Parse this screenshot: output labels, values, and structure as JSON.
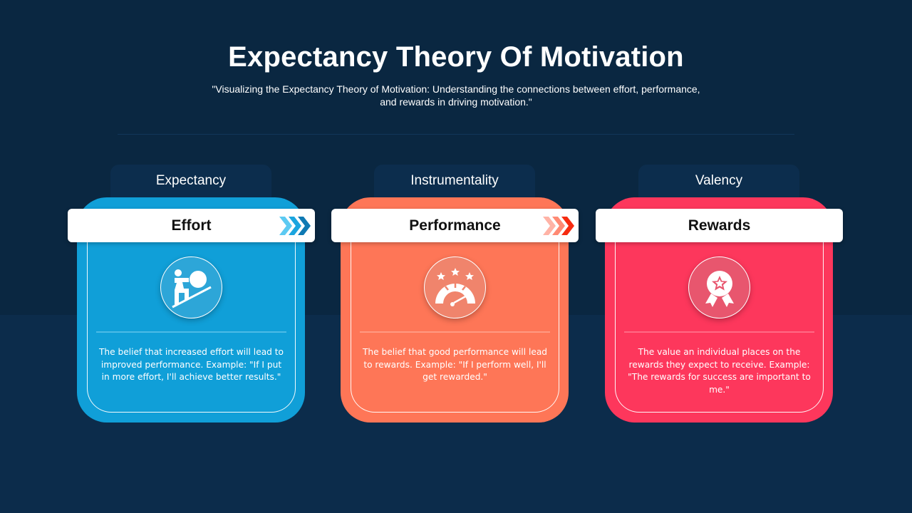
{
  "header": {
    "title": "Expectancy Theory Of Motivation",
    "subtitle": "\"Visualizing the Expectancy Theory of Motivation: Understanding the connections between effort, performance, and rewards in driving motivation.\""
  },
  "colors": {
    "background": "#0a2741",
    "tab": "#0c2d4d",
    "effort": "#109fd8",
    "performance": "#fe7657",
    "rewards": "#fd375c"
  },
  "columns": [
    {
      "tab_label": "Expectancy",
      "bar_label": "Effort",
      "icon": "pushing-boulder-uphill-icon",
      "has_chevrons": true,
      "chevron_colors": [
        "#5ccaf2",
        "#1ba5df",
        "#0f79b3"
      ],
      "description": "The belief that increased effort will lead to improved performance. Example: \"If I put in more effort, I'll achieve better results.\""
    },
    {
      "tab_label": "Instrumentality",
      "bar_label": "Performance",
      "icon": "speedometer-stars-icon",
      "has_chevrons": true,
      "chevron_colors": [
        "#ffb3a6",
        "#ff8a74",
        "#f62b10"
      ],
      "description": "The belief that good performance will lead to rewards. Example: \"If I perform well, I'll get rewarded.\""
    },
    {
      "tab_label": "Valency",
      "bar_label": "Rewards",
      "icon": "award-ribbon-star-icon",
      "has_chevrons": false,
      "description": "The value an individual places on the rewards they expect to receive. Example: \"The rewards for success are important to me.\""
    }
  ]
}
